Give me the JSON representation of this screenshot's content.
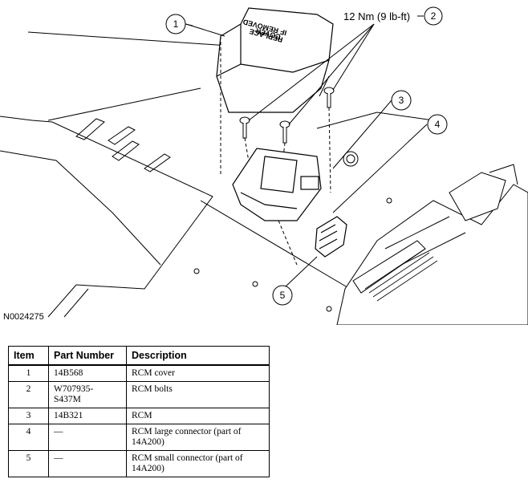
{
  "figure": {
    "id": "N0024275",
    "torque_label": "12 Nm (9 lb-ft)",
    "cover_text": [
      "REPLACE",
      "COVER",
      "IF REMOVED"
    ],
    "callouts": [
      "1",
      "2",
      "3",
      "4",
      "5"
    ]
  },
  "table": {
    "headers": {
      "item": "Item",
      "part_number": "Part Number",
      "description": "Description"
    },
    "rows": [
      {
        "item": "1",
        "part_number": [
          "14B568"
        ],
        "description": [
          "RCM cover"
        ]
      },
      {
        "item": "2",
        "part_number": [
          "W707935-",
          "S437M"
        ],
        "description": [
          "RCM bolts"
        ]
      },
      {
        "item": "3",
        "part_number": [
          "14B321"
        ],
        "description": [
          "RCM"
        ]
      },
      {
        "item": "4",
        "part_number": [
          "—"
        ],
        "description": [
          "RCM large connector (part of",
          "14A200)"
        ]
      },
      {
        "item": "5",
        "part_number": [
          "—"
        ],
        "description": [
          "RCM small connector (part of",
          "14A200)"
        ]
      }
    ]
  }
}
